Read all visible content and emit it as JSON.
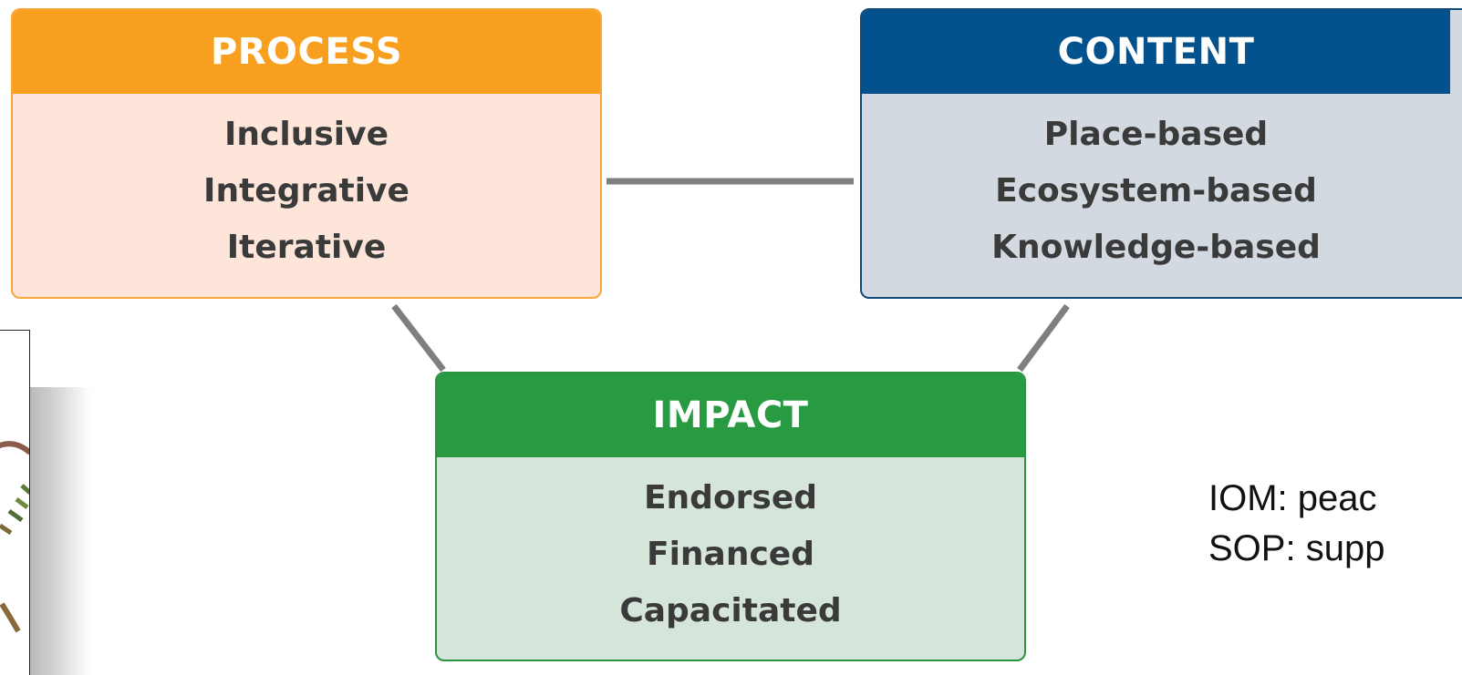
{
  "diagram": {
    "boxes": [
      {
        "id": "process",
        "title": "PROCESS",
        "items": [
          "Inclusive",
          "Integrative",
          "Iterative"
        ],
        "header_color": "#f99f1f",
        "body_color": "#fde5d9"
      },
      {
        "id": "content",
        "title": "CONTENT",
        "items": [
          "Place-based",
          "Ecosystem-based",
          "Knowledge-based"
        ],
        "header_color": "#03528d",
        "body_color": "#d3d9e1"
      },
      {
        "id": "impact",
        "title": "IMPACT",
        "items": [
          "Endorsed",
          "Financed",
          "Capacitated"
        ],
        "header_color": "#289a42",
        "body_color": "#d5e5d9"
      }
    ],
    "connector_color": "#7f7f7f"
  },
  "notes": {
    "iom": "IOM: peac",
    "sop": "SOP: supp"
  }
}
